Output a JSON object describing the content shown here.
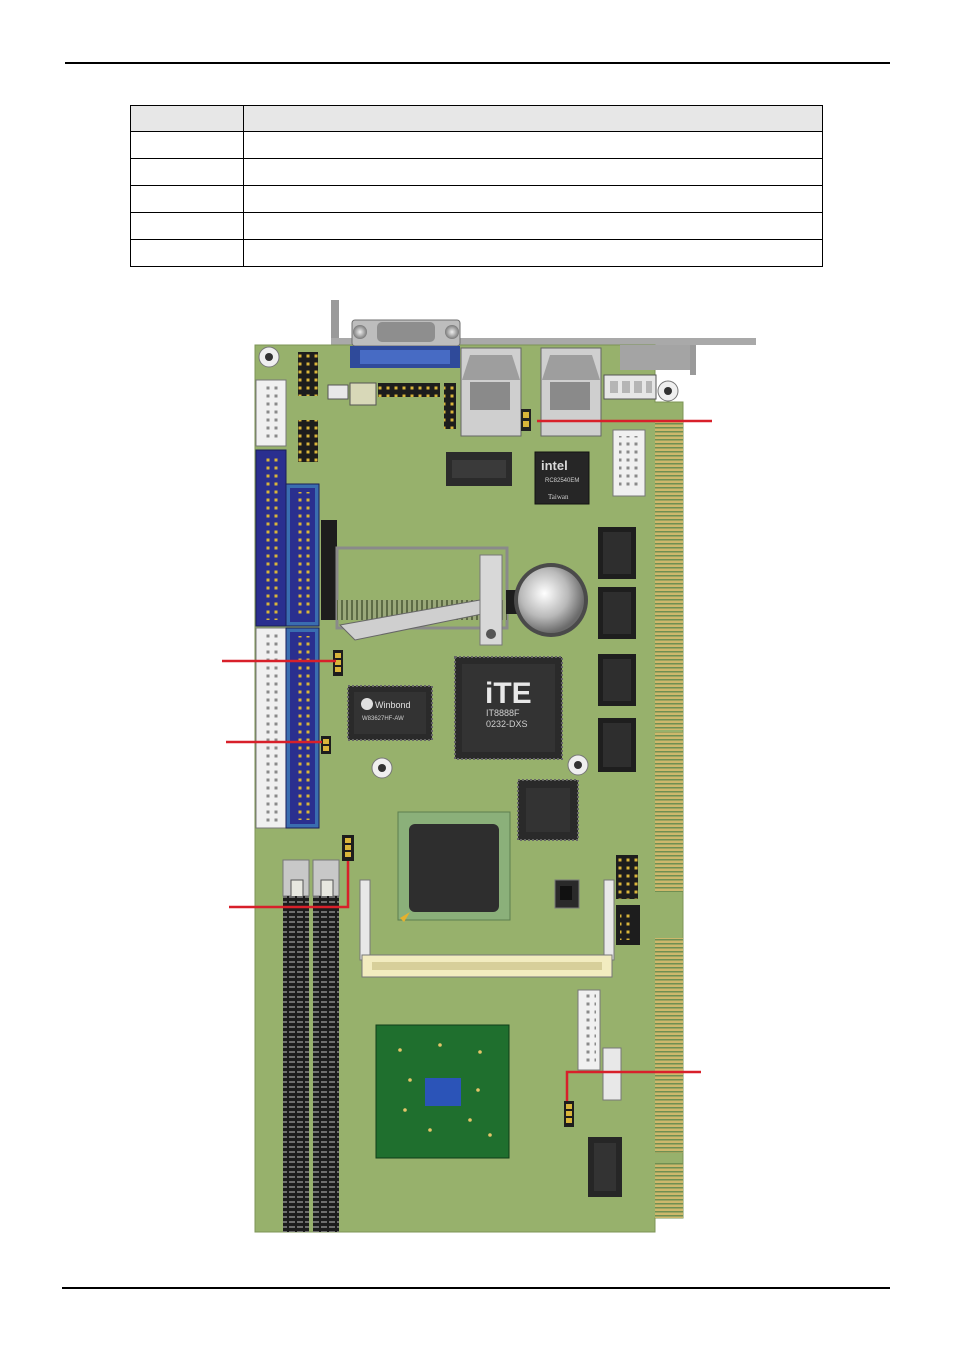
{
  "page": {
    "header_text": "",
    "footer_text": ""
  },
  "jumper_table": {
    "columns": [
      "",
      ""
    ],
    "rows": [
      [
        "",
        ""
      ],
      [
        "",
        ""
      ],
      [
        "",
        ""
      ],
      [
        "",
        ""
      ],
      [
        "",
        ""
      ]
    ]
  },
  "chip_labels": {
    "ite_logo": "iTE",
    "ite_model": "IT8888F",
    "ite_code": "0232-DXS",
    "winbond": "Winbond",
    "winbond_model": "W83627HF-AW",
    "intel_logo": "intel",
    "intel_model": "RC82540EM",
    "intel_origin": "Taiwan"
  },
  "colors": {
    "pcb": "#97b16c",
    "ide_blue": "#2a2f8f",
    "callout_red": "#d8202a",
    "edge_gold": "#c8b46a"
  }
}
